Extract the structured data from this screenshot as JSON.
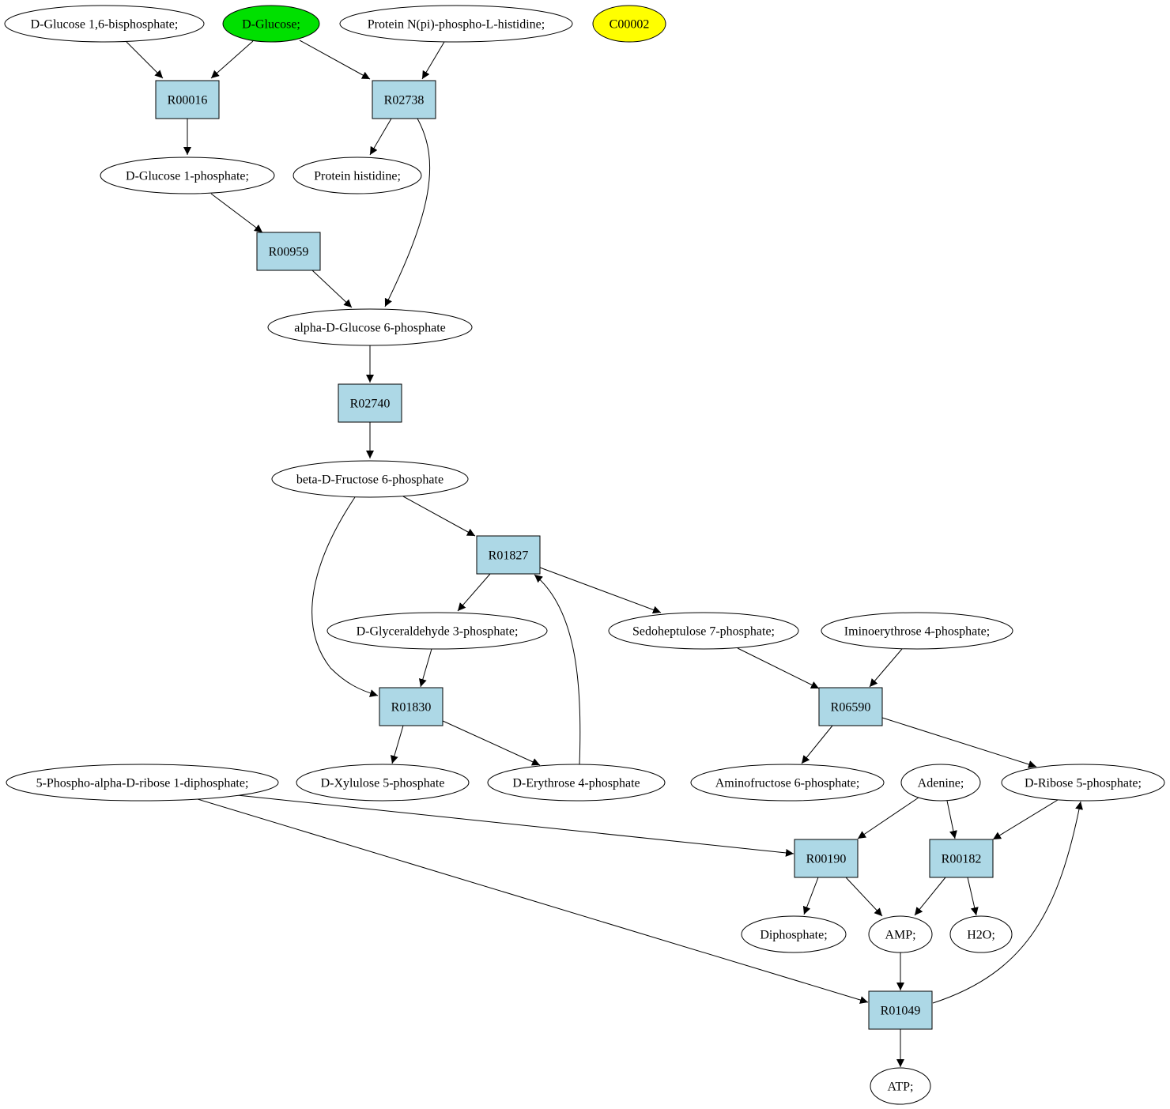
{
  "colors": {
    "reaction_fill": "#add8e6",
    "default_fill": "#ffffff",
    "green_fill": "#00e000",
    "yellow_fill": "#ffff00"
  },
  "nodes": {
    "glc16bp": {
      "label": "D-Glucose 1,6-bisphosphate;",
      "kind": "compound",
      "fill": "default"
    },
    "glucose": {
      "label": "D-Glucose;",
      "kind": "compound",
      "fill": "green"
    },
    "protnphis": {
      "label": "Protein N(pi)-phospho-L-histidine;",
      "kind": "compound",
      "fill": "default"
    },
    "c00002": {
      "label": "C00002",
      "kind": "compound",
      "fill": "yellow"
    },
    "r00016": {
      "label": "R00016",
      "kind": "reaction"
    },
    "r02738": {
      "label": "R02738",
      "kind": "reaction"
    },
    "glc1p": {
      "label": "D-Glucose 1-phosphate;",
      "kind": "compound",
      "fill": "default"
    },
    "prothis": {
      "label": "Protein histidine;",
      "kind": "compound",
      "fill": "default"
    },
    "r00959": {
      "label": "R00959",
      "kind": "reaction"
    },
    "aglc6p": {
      "label": "alpha-D-Glucose 6-phosphate",
      "kind": "compound",
      "fill": "default"
    },
    "r02740": {
      "label": "R02740",
      "kind": "reaction"
    },
    "bfru6p": {
      "label": "beta-D-Fructose 6-phosphate",
      "kind": "compound",
      "fill": "default"
    },
    "r01827": {
      "label": "R01827",
      "kind": "reaction"
    },
    "gap": {
      "label": "D-Glyceraldehyde 3-phosphate;",
      "kind": "compound",
      "fill": "default"
    },
    "s7p": {
      "label": "Sedoheptulose 7-phosphate;",
      "kind": "compound",
      "fill": "default"
    },
    "ie4p": {
      "label": "Iminoerythrose 4-phosphate;",
      "kind": "compound",
      "fill": "default"
    },
    "r01830": {
      "label": "R01830",
      "kind": "reaction"
    },
    "r06590": {
      "label": "R06590",
      "kind": "reaction"
    },
    "prpp": {
      "label": "5-Phospho-alpha-D-ribose 1-diphosphate;",
      "kind": "compound",
      "fill": "default"
    },
    "xu5p": {
      "label": "D-Xylulose 5-phosphate",
      "kind": "compound",
      "fill": "default"
    },
    "e4p": {
      "label": "D-Erythrose 4-phosphate",
      "kind": "compound",
      "fill": "default"
    },
    "af6p": {
      "label": "Aminofructose 6-phosphate;",
      "kind": "compound",
      "fill": "default"
    },
    "adenine": {
      "label": "Adenine;",
      "kind": "compound",
      "fill": "default"
    },
    "r5p": {
      "label": "D-Ribose 5-phosphate;",
      "kind": "compound",
      "fill": "default"
    },
    "r00190": {
      "label": "R00190",
      "kind": "reaction"
    },
    "r00182": {
      "label": "R00182",
      "kind": "reaction"
    },
    "ppi": {
      "label": "Diphosphate;",
      "kind": "compound",
      "fill": "default"
    },
    "amp": {
      "label": "AMP;",
      "kind": "compound",
      "fill": "default"
    },
    "h2o": {
      "label": "H2O;",
      "kind": "compound",
      "fill": "default"
    },
    "r01049": {
      "label": "R01049",
      "kind": "reaction"
    },
    "atp": {
      "label": "ATP;",
      "kind": "compound",
      "fill": "default"
    }
  },
  "edges": [
    {
      "from": "glc16bp",
      "to": "r00016"
    },
    {
      "from": "glucose",
      "to": "r00016"
    },
    {
      "from": "glucose",
      "to": "r02738"
    },
    {
      "from": "protnphis",
      "to": "r02738"
    },
    {
      "from": "r00016",
      "to": "glc1p"
    },
    {
      "from": "r02738",
      "to": "prothis"
    },
    {
      "from": "r02738",
      "to": "aglc6p"
    },
    {
      "from": "glc1p",
      "to": "r00959"
    },
    {
      "from": "r00959",
      "to": "aglc6p"
    },
    {
      "from": "aglc6p",
      "to": "r02740"
    },
    {
      "from": "r02740",
      "to": "bfru6p"
    },
    {
      "from": "bfru6p",
      "to": "r01827"
    },
    {
      "from": "bfru6p",
      "to": "r01830"
    },
    {
      "from": "r01827",
      "to": "gap"
    },
    {
      "from": "r01827",
      "to": "s7p"
    },
    {
      "from": "gap",
      "to": "r01830"
    },
    {
      "from": "r01830",
      "to": "xu5p"
    },
    {
      "from": "r01830",
      "to": "e4p"
    },
    {
      "from": "e4p",
      "to": "r01827"
    },
    {
      "from": "s7p",
      "to": "r06590"
    },
    {
      "from": "ie4p",
      "to": "r06590"
    },
    {
      "from": "r06590",
      "to": "af6p"
    },
    {
      "from": "r06590",
      "to": "r5p"
    },
    {
      "from": "prpp",
      "to": "r00190"
    },
    {
      "from": "prpp",
      "to": "r01049"
    },
    {
      "from": "adenine",
      "to": "r00190"
    },
    {
      "from": "adenine",
      "to": "r00182"
    },
    {
      "from": "r5p",
      "to": "r00182"
    },
    {
      "from": "r00190",
      "to": "ppi"
    },
    {
      "from": "r00190",
      "to": "amp"
    },
    {
      "from": "r00182",
      "to": "amp"
    },
    {
      "from": "r00182",
      "to": "h2o"
    },
    {
      "from": "amp",
      "to": "r01049"
    },
    {
      "from": "r01049",
      "to": "atp"
    },
    {
      "from": "r01049",
      "to": "r5p"
    }
  ]
}
